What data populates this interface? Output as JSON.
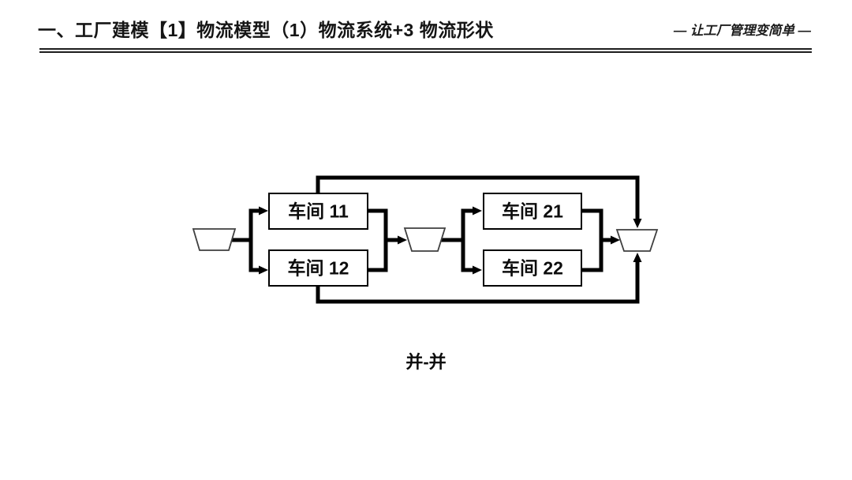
{
  "header": {
    "title": "一、工厂建模【1】物流模型（1）物流系统+3 物流形状",
    "slogan": "— 让工厂管理变简单 —",
    "text_color": "#151515",
    "rule_color": "#1d1d1d"
  },
  "diagram": {
    "type": "logistics-flow",
    "line_color": "#000000",
    "box_border_color": "#000000",
    "trapezoid_border_color": "#3f3f3f",
    "connector_shape": "trapezoid",
    "workshops": [
      {
        "label": "车间 11"
      },
      {
        "label": "车间 12"
      },
      {
        "label": "车间 21"
      },
      {
        "label": "车间 22"
      }
    ],
    "caption": "并-并"
  }
}
